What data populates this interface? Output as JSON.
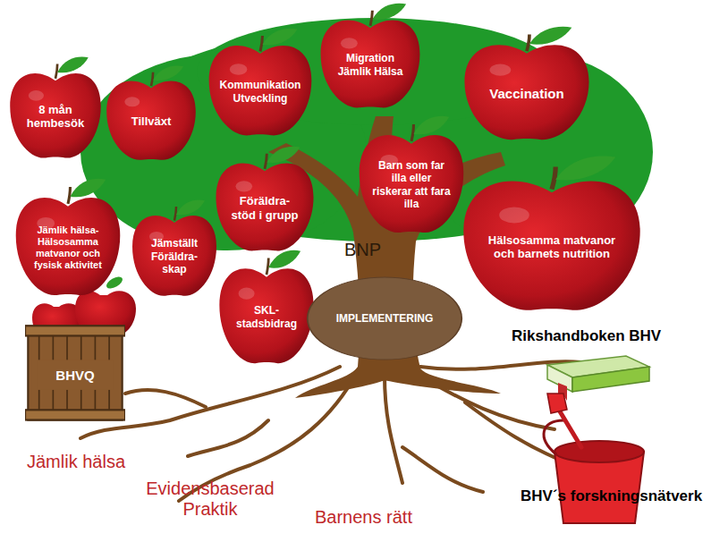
{
  "diagram": {
    "nodes": [
      {
        "text": [
          "8 mån hembesök"
        ]
      },
      {
        "text": [
          "Tillväxt"
        ]
      },
      {
        "text": [
          "Kommunikation Utveckling"
        ]
      },
      {
        "text": [
          "Migration Jämlik Hälsa"
        ]
      },
      {
        "text": [
          "Vaccination"
        ]
      },
      {
        "text": [
          "Barn som far illa eller riskerar att fara illa"
        ]
      },
      {
        "text": [
          "Föräldra- stöd i grupp"
        ]
      },
      {
        "text": [
          "Hälsosamma matvanor och barnets nutrition"
        ]
      },
      {
        "text": [
          "Jämlik hälsa- Hälsosamma matvanor och fysisk aktivitet"
        ]
      },
      {
        "text": [
          "Jämställt Föräldra- skap"
        ]
      },
      {
        "text": [
          "SKL- stadsbidrag"
        ]
      },
      {
        "text": [
          "IMPLEMENTERING"
        ]
      },
      {
        "text": [
          "BHVQ"
        ]
      }
    ],
    "edges": [],
    "labels": [
      "BNP",
      "Rikshandboken BHV",
      "BHV´s forskningsnätverk",
      "Jämlik hälsa",
      "Evidensbaserad Praktik",
      "Barnens rätt"
    ]
  }
}
